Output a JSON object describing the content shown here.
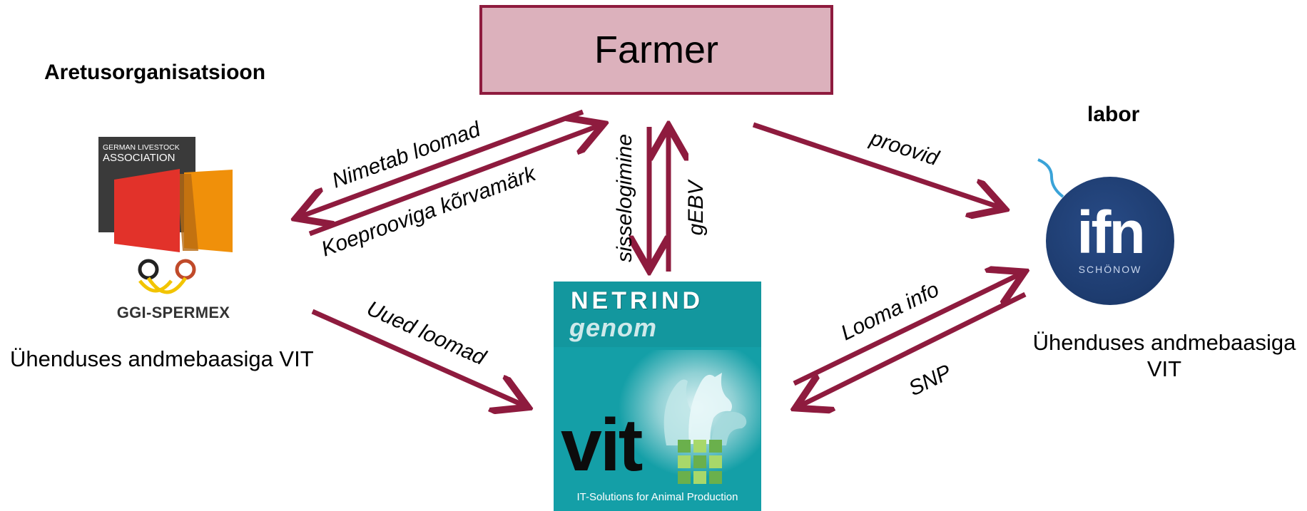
{
  "farmer": {
    "label": "Farmer"
  },
  "left": {
    "heading": "Aretusorganisatsioon",
    "logo": {
      "line1": "GERMAN LIVESTOCK",
      "line2": "ASSOCIATION",
      "name": "GGI-SPERMEX"
    },
    "caption": "Ühenduses andmebaasiga VIT"
  },
  "right": {
    "heading": "labor",
    "logo": {
      "word": "ifn",
      "sub": "SCHÖNOW"
    },
    "caption": "Ühenduses andmebaasiga VIT"
  },
  "center": {
    "logo": {
      "title": "NETRIND",
      "subtitle": "genom",
      "word": "vit",
      "tagline": "IT-Solutions for Animal Production"
    }
  },
  "edges": {
    "nimetab": "Nimetab loomad",
    "koeproov": "Koeprooviga kõrvamärk",
    "sisselogimine": "sisselogimine",
    "gebv": "gEBV",
    "proovid": "proovid",
    "uued": "Uued loomad",
    "looma_info": "Looma info",
    "snp": "SNP"
  },
  "colors": {
    "arrow": "#8e1b3e",
    "farmer_fill": "#dcb1bc",
    "vit_teal": "#149fa7",
    "ifn_blue": "#1d3b6e"
  }
}
